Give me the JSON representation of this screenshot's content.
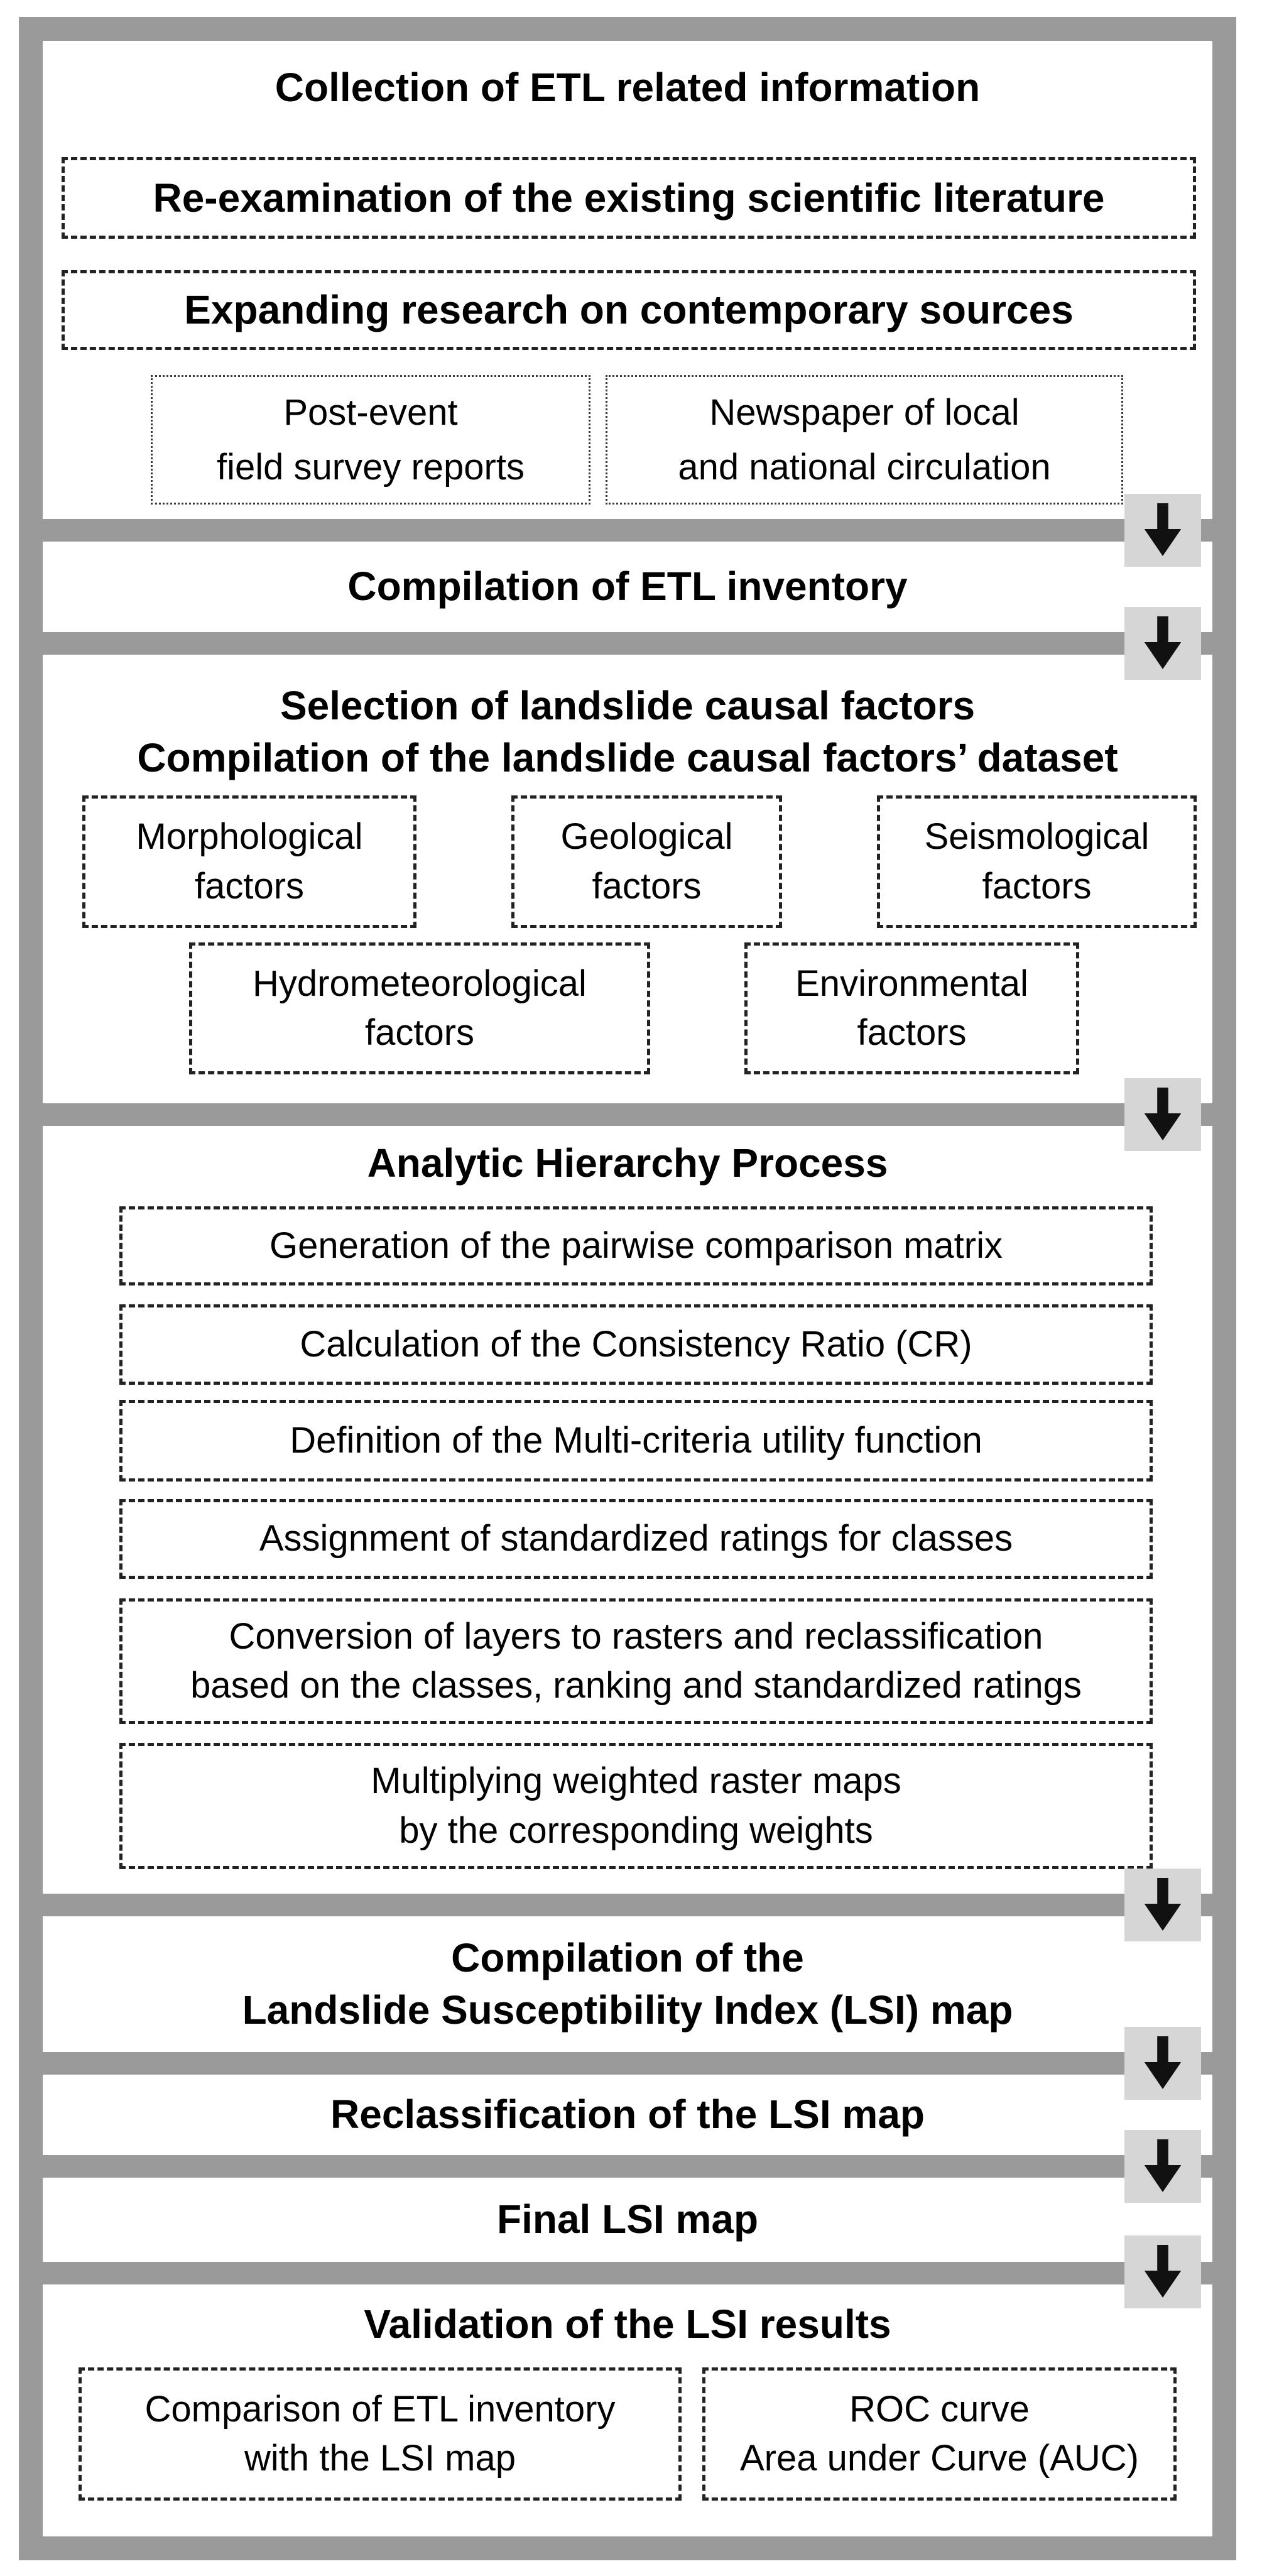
{
  "palette": {
    "frame_gray": "#9a9a9a",
    "arrow_square_gray": "#d6d6d6",
    "arrow_black": "#111111",
    "background": "#ffffff",
    "text": "#000000"
  },
  "flow": {
    "collection": {
      "title": "Collection of ETL related information",
      "steps": [
        "Re-examination of the existing scientific literature",
        "Expanding research on contemporary sources"
      ],
      "sources": [
        {
          "lines": [
            "Post-event",
            "field survey reports"
          ]
        },
        {
          "lines": [
            "Newspaper of local",
            "and national circulation"
          ]
        }
      ]
    },
    "etl_inventory": {
      "title": "Compilation of ETL inventory"
    },
    "factors": {
      "title_line1": "Selection of landslide causal factors",
      "title_line2": "Compilation of the landslide causal factors’ dataset",
      "row1": [
        {
          "lines": [
            "Morphological",
            "factors"
          ]
        },
        {
          "lines": [
            "Geological",
            "factors"
          ]
        },
        {
          "lines": [
            "Seismological",
            "factors"
          ]
        }
      ],
      "row2": [
        {
          "lines": [
            "Hydrometeorological",
            "factors"
          ]
        },
        {
          "lines": [
            "Environmental",
            "factors"
          ]
        }
      ]
    },
    "ahp": {
      "title": "Analytic Hierarchy Process",
      "steps": [
        {
          "lines": [
            "Generation of the pairwise comparison matrix"
          ]
        },
        {
          "lines": [
            "Calculation of the Consistency Ratio (CR)"
          ]
        },
        {
          "lines": [
            "Definition of the Multi-criteria utility function"
          ]
        },
        {
          "lines": [
            "Assignment of standardized ratings for classes"
          ]
        },
        {
          "lines": [
            "Conversion of layers to rasters and reclassification",
            "based on the classes, ranking and standardized ratings"
          ]
        },
        {
          "lines": [
            "Multiplying weighted raster maps",
            "by the corresponding weights"
          ]
        }
      ]
    },
    "lsi_map": {
      "title_line1": "Compilation of the",
      "title_line2": "Landslide Susceptibility Index (LSI) map"
    },
    "reclassification": {
      "title": "Reclassification of the LSI map"
    },
    "final_map": {
      "title": "Final LSI map"
    },
    "validation": {
      "title": "Validation of the LSI results",
      "boxes": [
        {
          "lines": [
            "Comparison of ETL inventory",
            "with the LSI map"
          ]
        },
        {
          "lines": [
            "ROC curve",
            "Area under Curve (AUC)"
          ]
        }
      ]
    }
  }
}
